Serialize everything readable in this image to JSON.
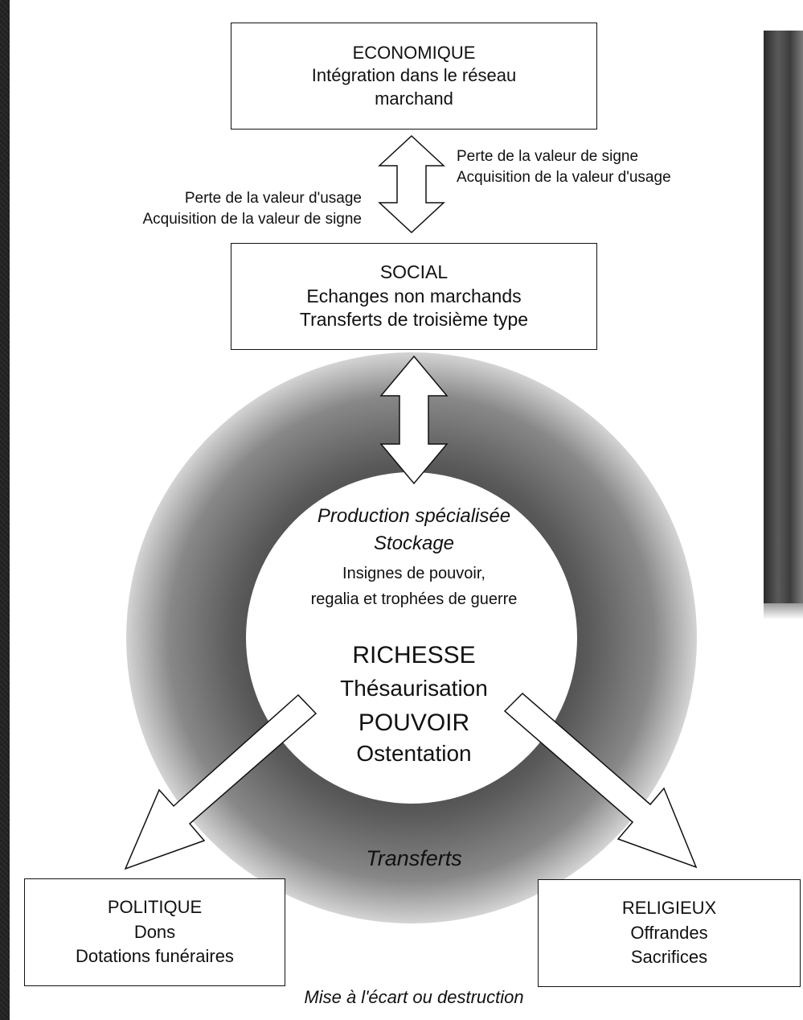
{
  "diagram": {
    "economique": {
      "title": "ECONOMIQUE",
      "line1": "Intégration dans le réseau",
      "line2": "marchand"
    },
    "arrow_right_label": {
      "line1": "Perte de la valeur de signe",
      "line2": "Acquisition de la valeur d'usage"
    },
    "arrow_left_label": {
      "line1": "Perte de la valeur d'usage",
      "line2": "Acquisition de la valeur de signe"
    },
    "social": {
      "title": "SOCIAL",
      "line1": "Echanges non marchands",
      "line2": "Transferts de troisième type"
    },
    "center": {
      "line1": "Production spécialisée",
      "line2": "Stockage",
      "line3": "Insignes de pouvoir,",
      "line4": "regalia et trophées de guerre",
      "line5": "RICHESSE",
      "line6": "Thésaurisation",
      "line7": "POUVOIR",
      "line8": "Ostentation"
    },
    "ring_label": "Transferts",
    "politique": {
      "title": "POLITIQUE",
      "line1": "Dons",
      "line2": "Dotations funéraires"
    },
    "religieux": {
      "title": "RELIGIEUX",
      "line1": "Offrandes",
      "line2": "Sacrifices"
    },
    "footer": "Mise à l'écart ou destruction"
  },
  "colors": {
    "ring_dark": "#5f5f5f",
    "ring_light": "#d0d0d0",
    "frame": "#202020"
  }
}
